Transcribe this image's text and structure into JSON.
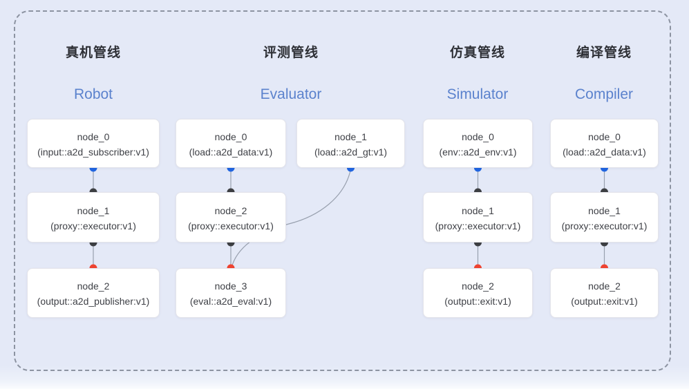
{
  "pipelines": [
    {
      "title_zh": "真机管线",
      "title_en": "Robot",
      "nodes": [
        {
          "name": "node_0",
          "type": "(input::a2d_subscriber:v1)"
        },
        {
          "name": "node_1",
          "type": "(proxy::executor:v1)"
        },
        {
          "name": "node_2",
          "type": "(output::a2d_publisher:v1)"
        }
      ]
    },
    {
      "title_zh": "评测管线",
      "title_en": "Evaluator",
      "nodes": [
        {
          "name": "node_0",
          "type": "(load::a2d_data:v1)"
        },
        {
          "name": "node_1",
          "type": "(load::a2d_gt:v1)"
        },
        {
          "name": "node_2",
          "type": "(proxy::executor:v1)"
        },
        {
          "name": "node_3",
          "type": "(eval::a2d_eval:v1)"
        }
      ]
    },
    {
      "title_zh": "仿真管线",
      "title_en": "Simulator",
      "nodes": [
        {
          "name": "node_0",
          "type": "(env::a2d_env:v1)"
        },
        {
          "name": "node_1",
          "type": "(proxy::executor:v1)"
        },
        {
          "name": "node_2",
          "type": "(output::exit:v1)"
        }
      ]
    },
    {
      "title_zh": "编译管线",
      "title_en": "Compiler",
      "nodes": [
        {
          "name": "node_0",
          "type": "(load::a2d_data:v1)"
        },
        {
          "name": "node_1",
          "type": "(proxy::executor:v1)"
        },
        {
          "name": "node_2",
          "type": "(output::exit:v1)"
        }
      ]
    }
  ],
  "colors": {
    "background": "#e4e9f7",
    "frame_dash": "#8c93a1",
    "title_zh": "#2e3036",
    "title_en": "#5b82cd",
    "node_border": "#e4e4ea",
    "node_text": "#3e4046",
    "edge": "#98a0ae",
    "dot_blue": "#2065e0",
    "dot_dark": "#3d3f43",
    "dot_red": "#ee4331"
  }
}
